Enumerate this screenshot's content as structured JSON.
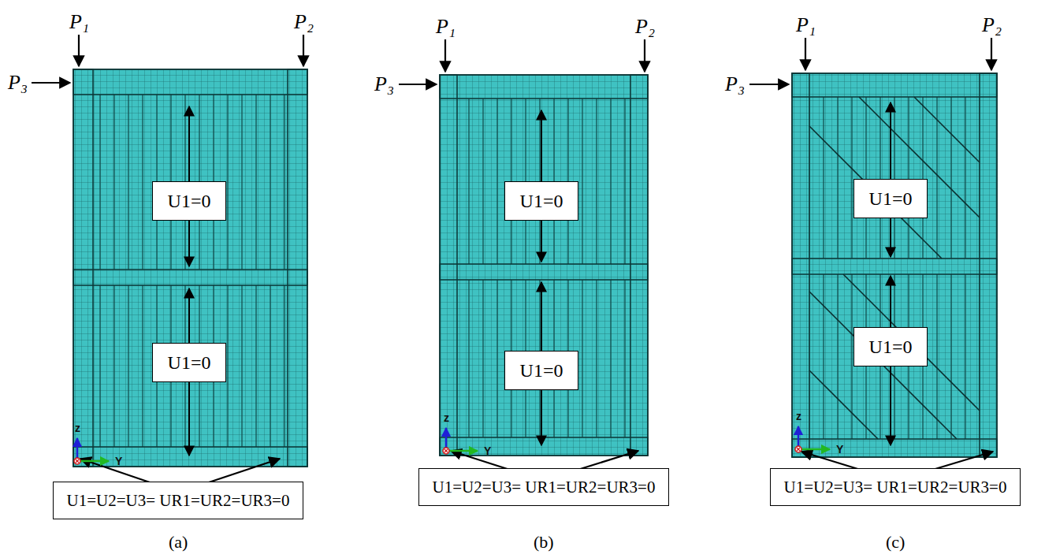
{
  "diagram": {
    "nodes": [
      {
        "text": [
          "U1=0"
        ]
      },
      {
        "text": [
          "U1=0"
        ]
      },
      {
        "text": [
          "U1=0"
        ]
      },
      {
        "text": [
          "U1=0"
        ]
      },
      {
        "text": [
          "U1=0"
        ]
      },
      {
        "text": [
          "U1=0"
        ]
      },
      {
        "text": [
          "U1=U2=U3= UR1=UR2=UR3=0"
        ]
      },
      {
        "text": [
          "U1=U2=U3= UR1=UR2=UR3=0"
        ]
      },
      {
        "text": [
          "U1=U2=U3= UR1=UR2=UR3=0"
        ]
      }
    ],
    "labels": [
      "P₁",
      "P₂",
      "P₁",
      "P₂",
      "P₁",
      "P₂",
      "P₃",
      "P₃",
      "P₃",
      "z",
      "z",
      "z",
      "Y",
      "Y",
      "Y",
      "(a)",
      "(b)",
      "(c)"
    ]
  }
}
